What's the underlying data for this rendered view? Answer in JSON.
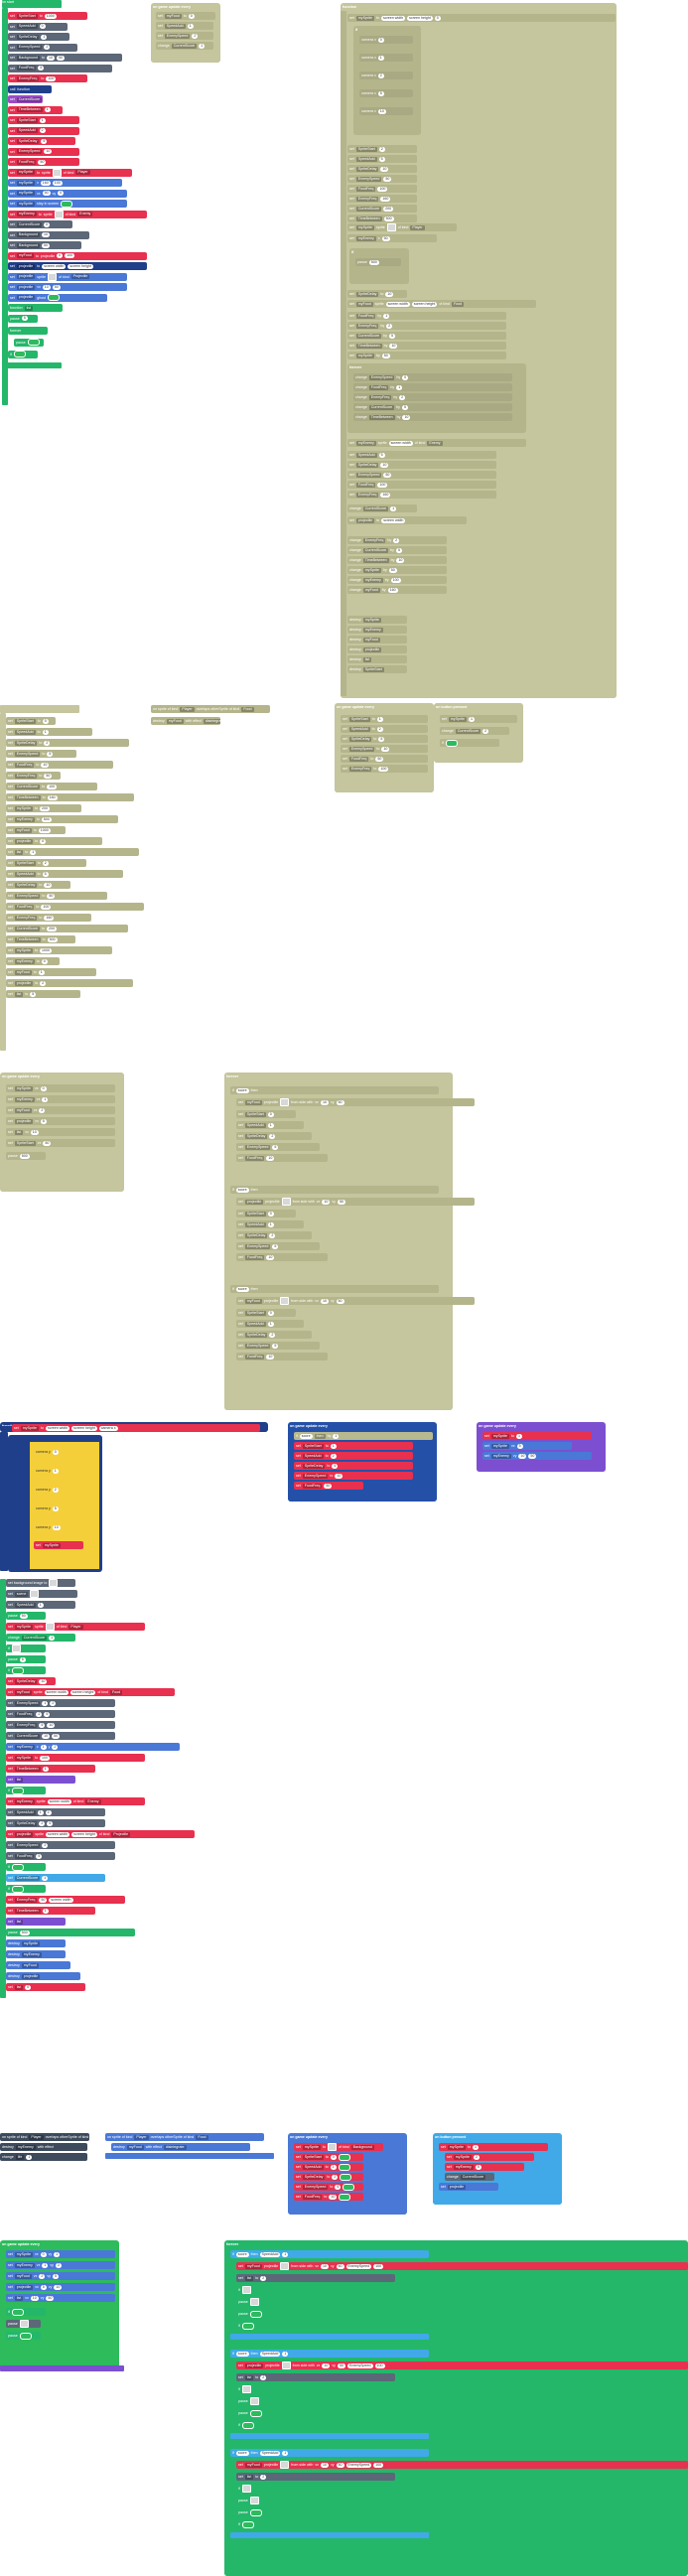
{
  "colors": {
    "red": "#e8304f",
    "blue": "#4a78d6",
    "light_blue": "#41a9e8",
    "dark_blue": "#1f3f8a",
    "green": "#24b76a",
    "teal": "#16a38a",
    "purple": "#7c4fd0",
    "gray": "#5c6778",
    "olive": "#b9b98f",
    "yellow": "#f4cf3a",
    "navy": "#0d2a6b"
  },
  "labels": {
    "on_start": "on start",
    "set": "set",
    "to": "to",
    "change": "change",
    "by": "by",
    "sprite": "sprite",
    "of_kind": "of kind",
    "player": "Player",
    "enemy": "Enemy",
    "food": "Food",
    "projectile": "Projectile",
    "background": "Background",
    "true": "true",
    "false": "false",
    "pause": "pause",
    "ms": "ms",
    "forever": "forever",
    "if": "if",
    "then": "then",
    "else": "else",
    "function": "function",
    "call": "call",
    "on_game_update": "on game update every",
    "projectile_from": "projectile",
    "from_side_with": "from side with",
    "vx": "vx",
    "vy": "vy",
    "position_x": "x",
    "position_y": "y",
    "camera_x": "camera x",
    "camera_y": "camera y",
    "screen_width": "screen width",
    "screen_height": "screen height",
    "score": "score",
    "life": "life",
    "on_overlap": "on sprite of kind",
    "overlaps_with": "overlaps otherSprite of kind",
    "destroy": "destroy",
    "effect": "with effect",
    "disintegrate": "disintegrate",
    "set_background_image": "set background image to",
    "scene": "scene",
    "stay_in_screen": "stay in screen",
    "ghost": "ghost",
    "on_button_pressed": "on button pressed",
    "variable_names": [
      "SpriteStart",
      "SpeedAdd",
      "SpriteDelay",
      "EnemySpeed",
      "FoodFreq",
      "EnemyFreq",
      "CurrentScore",
      "TimeBetween",
      "mySprite",
      "myEnemy",
      "myFood",
      "projectile",
      "list"
    ],
    "numbers": [
      "0",
      "1",
      "2",
      "5",
      "10",
      "50",
      "100",
      "160",
      "200",
      "500",
      "1000"
    ]
  }
}
